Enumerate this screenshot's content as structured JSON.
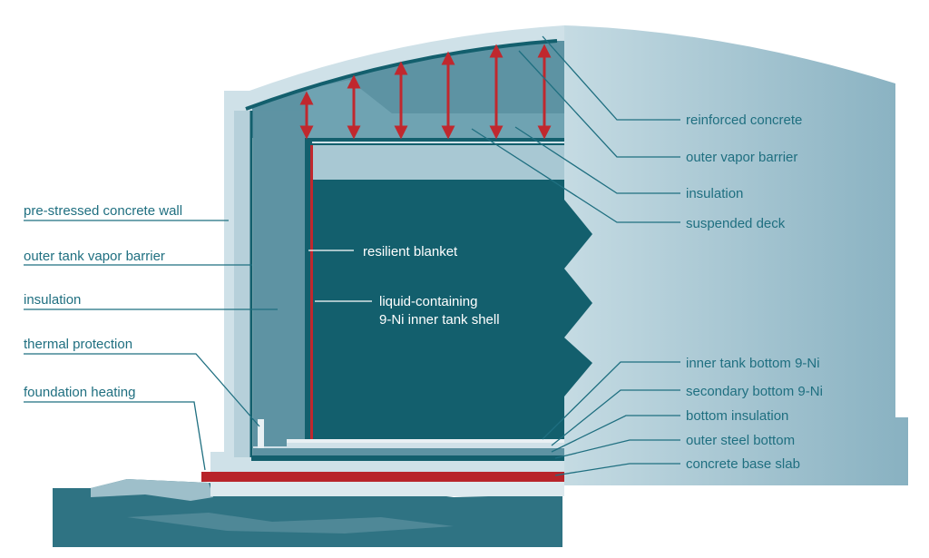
{
  "labels_left": {
    "prestressed_wall": "pre-stressed concrete wall",
    "outer_vapor_barrier": "outer tank vapor barrier",
    "insulation": "insulation",
    "thermal_protection": "thermal protection",
    "foundation_heating": "foundation heating"
  },
  "labels_inner": {
    "resilient_blanket": "resilient blanket",
    "liquid_shell_line1": "liquid-containing",
    "liquid_shell_line2": "9-Ni inner tank shell"
  },
  "labels_right": {
    "reinforced_concrete": "reinforced concrete",
    "outer_vapor_barrier": "outer vapor barrier",
    "insulation": "insulation",
    "suspended_deck": "suspended deck",
    "inner_bottom": "inner tank bottom 9-Ni",
    "secondary_bottom": "secondary bottom 9-Ni",
    "bottom_insulation": "bottom insulation",
    "outer_steel_bottom": "outer steel bottom",
    "concrete_base_slab": "concrete base slab"
  },
  "colors": {
    "label_text": "#1f6f80",
    "concrete_light": "#cfe1e8",
    "concrete_right": "#aac7d3",
    "insulation": "#6b9fae",
    "liquid": "#135f6d",
    "heating_red": "#b8242a",
    "ground": "#2f7383"
  }
}
